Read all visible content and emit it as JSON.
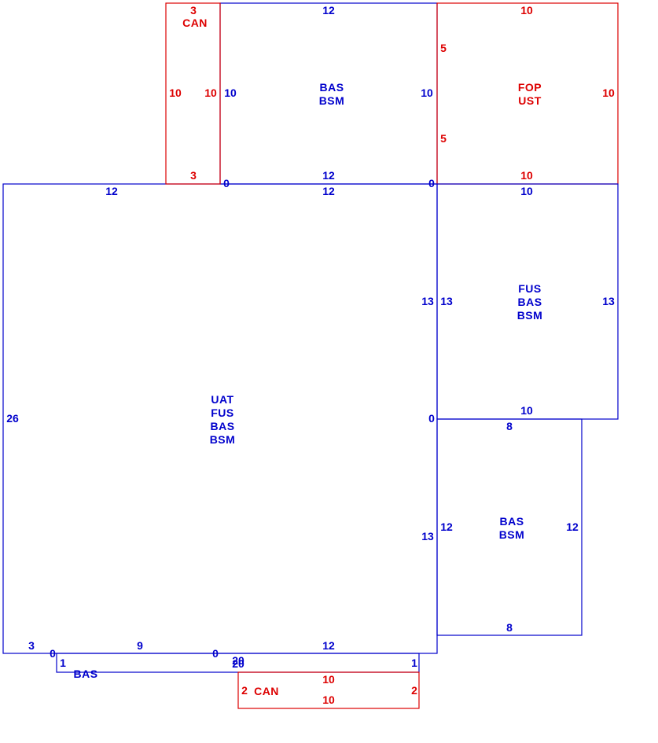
{
  "colors": {
    "blue": "#0000cc",
    "red": "#dd0000",
    "background": "#ffffff"
  },
  "rooms": [
    {
      "id": "large-left",
      "color": "blue",
      "labels": [
        "UAT",
        "FUS",
        "BAS",
        "BSM"
      ]
    },
    {
      "id": "top-middle",
      "color": "blue",
      "labels": [
        "BAS",
        "BSM"
      ]
    },
    {
      "id": "top-left-can",
      "color": "red",
      "labels": [
        "CAN"
      ]
    },
    {
      "id": "top-right-fop",
      "color": "red",
      "labels": [
        "FOP",
        "UST"
      ]
    },
    {
      "id": "middle-right",
      "color": "blue",
      "labels": [
        "FUS",
        "BAS",
        "BSM"
      ]
    },
    {
      "id": "bottom-right",
      "color": "blue",
      "labels": [
        "BAS",
        "BSM"
      ]
    },
    {
      "id": "bottom-strip",
      "color": "blue",
      "labels": [
        "BAS"
      ]
    },
    {
      "id": "bottom-can",
      "color": "red",
      "labels": [
        "CAN"
      ]
    }
  ],
  "dimensions": [
    {
      "room": "top-left-can",
      "side": "top",
      "value": "3"
    },
    {
      "room": "top-left-can",
      "side": "left",
      "value": "10"
    },
    {
      "room": "top-left-can",
      "side": "right",
      "value": "10"
    },
    {
      "room": "top-left-can",
      "side": "bottom",
      "value": "3"
    },
    {
      "room": "top-middle",
      "side": "top",
      "value": "12"
    },
    {
      "room": "top-middle",
      "side": "left",
      "value": "10"
    },
    {
      "room": "top-middle",
      "side": "right",
      "value": "10"
    },
    {
      "room": "top-middle",
      "side": "bottom",
      "value": "12"
    },
    {
      "room": "top-middle",
      "side": "corner-bottom-left",
      "value": "0"
    },
    {
      "room": "top-middle",
      "side": "corner-bottom-right",
      "value": "0"
    },
    {
      "room": "top-right-fop",
      "side": "top",
      "value": "10"
    },
    {
      "room": "top-right-fop",
      "side": "left-upper",
      "value": "5"
    },
    {
      "room": "top-right-fop",
      "side": "left-lower",
      "value": "5"
    },
    {
      "room": "top-right-fop",
      "side": "right",
      "value": "10"
    },
    {
      "room": "top-right-fop",
      "side": "bottom",
      "value": "10"
    },
    {
      "room": "large-left",
      "side": "top-left",
      "value": "12"
    },
    {
      "room": "large-left",
      "side": "top-right",
      "value": "12"
    },
    {
      "room": "large-left",
      "side": "left",
      "value": "26"
    },
    {
      "room": "large-left",
      "side": "right-upper",
      "value": "13"
    },
    {
      "room": "large-left",
      "side": "right-lower",
      "value": "13"
    },
    {
      "room": "large-left",
      "side": "right-mid-corner",
      "value": "0"
    },
    {
      "room": "large-left",
      "side": "bottom-a",
      "value": "3"
    },
    {
      "room": "large-left",
      "side": "bottom-b",
      "value": "0"
    },
    {
      "room": "large-left",
      "side": "bottom-c",
      "value": "9"
    },
    {
      "room": "large-left",
      "side": "bottom-d",
      "value": "0"
    },
    {
      "room": "large-left",
      "side": "bottom-e",
      "value": "12"
    },
    {
      "room": "middle-right",
      "side": "top",
      "value": "10"
    },
    {
      "room": "middle-right",
      "side": "left",
      "value": "13"
    },
    {
      "room": "middle-right",
      "side": "right",
      "value": "13"
    },
    {
      "room": "middle-right",
      "side": "bottom",
      "value": "10"
    },
    {
      "room": "bottom-right",
      "side": "top",
      "value": "8"
    },
    {
      "room": "bottom-right",
      "side": "left",
      "value": "12"
    },
    {
      "room": "bottom-right",
      "side": "right",
      "value": "12"
    },
    {
      "room": "bottom-right",
      "side": "bottom",
      "value": "8"
    },
    {
      "room": "bottom-strip",
      "side": "left",
      "value": "1"
    },
    {
      "room": "bottom-strip",
      "side": "right",
      "value": "1"
    },
    {
      "room": "bottom-strip",
      "side": "overlap-a",
      "value": "20"
    },
    {
      "room": "bottom-strip",
      "side": "overlap-b",
      "value": "20"
    },
    {
      "room": "bottom-can",
      "side": "top",
      "value": "10"
    },
    {
      "room": "bottom-can",
      "side": "left",
      "value": "2"
    },
    {
      "room": "bottom-can",
      "side": "right",
      "value": "2"
    },
    {
      "room": "bottom-can",
      "side": "bottom",
      "value": "10"
    }
  ]
}
